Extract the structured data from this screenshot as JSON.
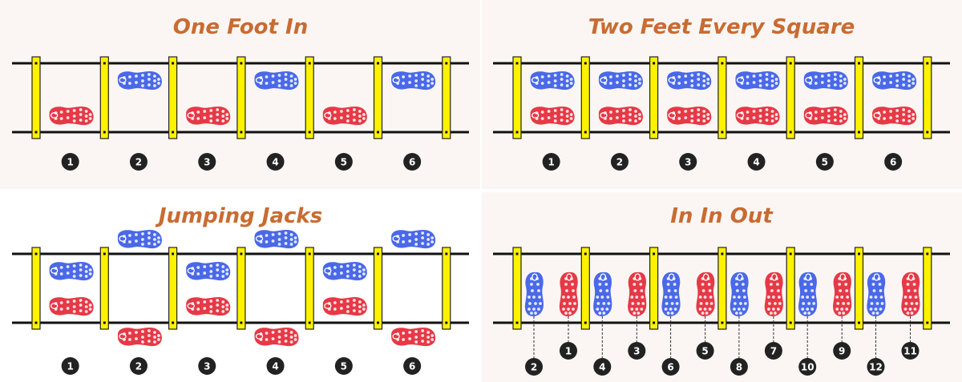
{
  "colors": {
    "title": "#c96b32",
    "panel_bg": "#fbf6f3",
    "rung": "#fff200",
    "rail": "#111111",
    "left_foot": "#e63946",
    "right_foot": "#4a69e8",
    "badge": "#222222"
  },
  "panels": [
    {
      "id": "one-foot-in",
      "title": "One Foot In",
      "labels": [
        "1",
        "2",
        "3",
        "4",
        "5",
        "6"
      ],
      "footprints": [
        {
          "square": 1,
          "row": "bottom",
          "foot": "left"
        },
        {
          "square": 2,
          "row": "top",
          "foot": "right"
        },
        {
          "square": 3,
          "row": "bottom",
          "foot": "left"
        },
        {
          "square": 4,
          "row": "top",
          "foot": "right"
        },
        {
          "square": 5,
          "row": "bottom",
          "foot": "left"
        },
        {
          "square": 6,
          "row": "top",
          "foot": "right"
        }
      ]
    },
    {
      "id": "two-feet-every-square",
      "title": "Two Feet Every Square",
      "labels": [
        "1",
        "2",
        "3",
        "4",
        "5",
        "6"
      ],
      "footprints": [
        {
          "square": 1,
          "row": "top",
          "foot": "right"
        },
        {
          "square": 1,
          "row": "bottom",
          "foot": "left"
        },
        {
          "square": 2,
          "row": "top",
          "foot": "right"
        },
        {
          "square": 2,
          "row": "bottom",
          "foot": "left"
        },
        {
          "square": 3,
          "row": "top",
          "foot": "right"
        },
        {
          "square": 3,
          "row": "bottom",
          "foot": "left"
        },
        {
          "square": 4,
          "row": "top",
          "foot": "right"
        },
        {
          "square": 4,
          "row": "bottom",
          "foot": "left"
        },
        {
          "square": 5,
          "row": "top",
          "foot": "right"
        },
        {
          "square": 5,
          "row": "bottom",
          "foot": "left"
        },
        {
          "square": 6,
          "row": "top",
          "foot": "right"
        },
        {
          "square": 6,
          "row": "bottom",
          "foot": "left"
        }
      ]
    },
    {
      "id": "jumping-jacks",
      "title": "Jumping Jacks",
      "labels": [
        "1",
        "2",
        "3",
        "4",
        "5",
        "6"
      ],
      "footprints": [
        {
          "square": 1,
          "row": "top",
          "foot": "right"
        },
        {
          "square": 1,
          "row": "bottom",
          "foot": "left"
        },
        {
          "square": 2,
          "row": "outside-top",
          "foot": "right"
        },
        {
          "square": 2,
          "row": "outside-bottom",
          "foot": "left"
        },
        {
          "square": 3,
          "row": "top",
          "foot": "right"
        },
        {
          "square": 3,
          "row": "bottom",
          "foot": "left"
        },
        {
          "square": 4,
          "row": "outside-top",
          "foot": "right"
        },
        {
          "square": 4,
          "row": "outside-bottom",
          "foot": "left"
        },
        {
          "square": 5,
          "row": "top",
          "foot": "right"
        },
        {
          "square": 5,
          "row": "bottom",
          "foot": "left"
        },
        {
          "square": 6,
          "row": "outside-top",
          "foot": "right"
        },
        {
          "square": 6,
          "row": "outside-bottom",
          "foot": "left"
        }
      ]
    },
    {
      "id": "in-in-out",
      "title": "In In Out",
      "steps": [
        {
          "square": 1,
          "foot": "right",
          "label": "2",
          "level": "low"
        },
        {
          "square": 1,
          "foot": "left",
          "label": "1",
          "level": "high"
        },
        {
          "square": 2,
          "foot": "right",
          "label": "4",
          "level": "low"
        },
        {
          "square": 2,
          "foot": "left",
          "label": "3",
          "level": "high"
        },
        {
          "square": 3,
          "foot": "right",
          "label": "6",
          "level": "low"
        },
        {
          "square": 3,
          "foot": "left",
          "label": "5",
          "level": "high"
        },
        {
          "square": 4,
          "foot": "right",
          "label": "8",
          "level": "low"
        },
        {
          "square": 4,
          "foot": "left",
          "label": "7",
          "level": "high"
        },
        {
          "square": 5,
          "foot": "right",
          "label": "10",
          "level": "low"
        },
        {
          "square": 5,
          "foot": "left",
          "label": "9",
          "level": "high"
        },
        {
          "square": 6,
          "foot": "right",
          "label": "12",
          "level": "low"
        },
        {
          "square": 6,
          "foot": "left",
          "label": "11",
          "level": "high"
        }
      ]
    }
  ]
}
